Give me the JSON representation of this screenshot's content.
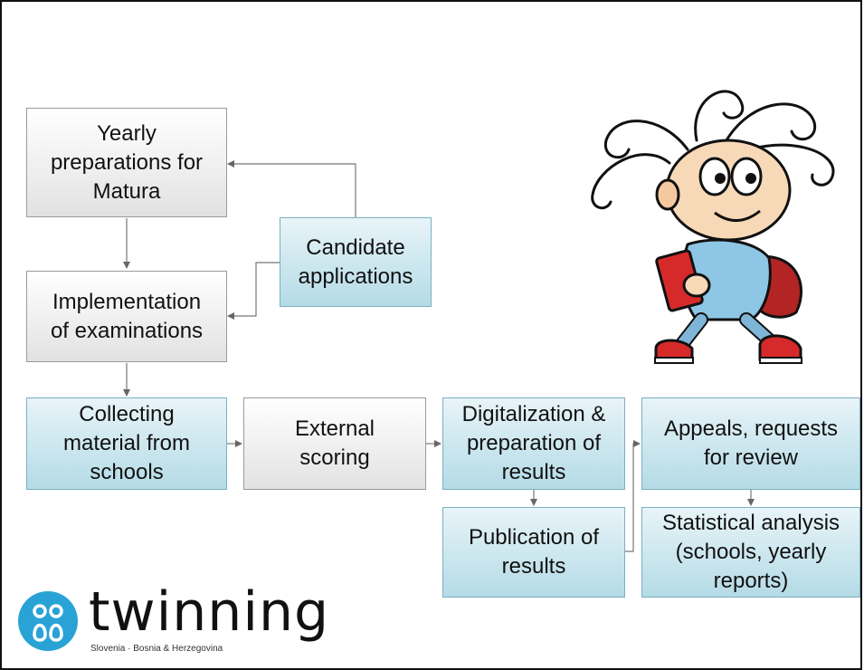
{
  "boxes": {
    "yearly_prep": "Yearly\npreparations for\nMatura",
    "candidate_apps": "Candidate\napplications",
    "implementation": "Implementation\nof examinations",
    "collecting": "Collecting\nmaterial from\nschools",
    "external_scoring": "External\nscoring",
    "digitalization": "Digitalization &\npreparation of\nresults",
    "publication": "Publication of\nresults",
    "appeals": "Appeals, requests\nfor review",
    "statistical": "Statistical analysis\n(schools, yearly\nreports)"
  },
  "logo": {
    "word": "twinning",
    "subtitle": "Slovenia · Bosnia & Herzegovina"
  },
  "colors": {
    "blue_fill": "#b4dbe6",
    "gray_fill": "#e2e2e2",
    "arrow": "#666666"
  }
}
